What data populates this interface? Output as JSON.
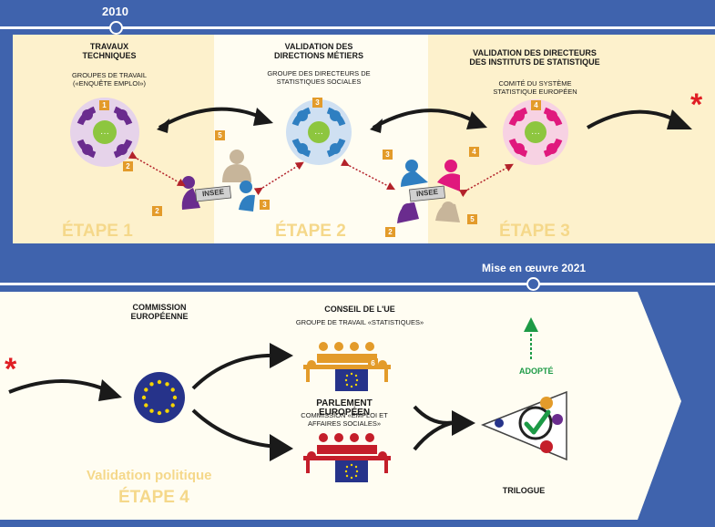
{
  "timeline": {
    "year_start": "2010",
    "implementation": "Mise en œuvre 2021"
  },
  "top": {
    "step1": {
      "title": "TRAVAUX TECHNIQUES",
      "subtitle": "GROUPES DE TRAVAIL («ENQUÊTE EMPLOI»)",
      "label": "ÉTAPE 1"
    },
    "step2": {
      "title": "VALIDATION DES DIRECTIONS MÉTIERS",
      "subtitle": "GROUPE DES DIRECTEURS DE STATISTIQUES SOCIALES",
      "label": "ÉTAPE 2"
    },
    "step3": {
      "title": "VALIDATION DES DIRECTEURS DES INSTITUTS DE STATISTIQUE",
      "subtitle": "COMITÉ DU SYSTÈME STATISTIQUE EUROPÉEN",
      "label": "ÉTAPE 3"
    },
    "insee": "INSEE",
    "star": "*"
  },
  "badges": {
    "b1": "1",
    "b2": "2",
    "b3": "3",
    "b4": "4",
    "b5": "5",
    "b6": "6"
  },
  "bottom": {
    "commission": "COMMISSION EUROPÉENNE",
    "council_title": "CONSEIL DE L'UE",
    "council_sub": "GROUPE DE TRAVAIL «STATISTIQUES»",
    "parliament_title": "PARLEMENT EUROPÉEN",
    "parliament_sub": "COMMISSION «EMPLOI ET AFFAIRES SOCIALES»",
    "adopted": "ADOPTÉ",
    "trilogue": "TRILOGUE",
    "validation": "Validation politique",
    "step4": "ÉTAPE 4",
    "star": "*"
  },
  "colors": {
    "background": "#3f63ad",
    "panel_light": "#fdf1cc",
    "panel_white": "#fffdf2",
    "orange": "#e39b2a",
    "purple": "#6a2c8e",
    "blue": "#2f7fc1",
    "pink": "#e0197d",
    "green": "#1d9a46",
    "red": "#c41e2a",
    "star_red": "#e01e24"
  }
}
